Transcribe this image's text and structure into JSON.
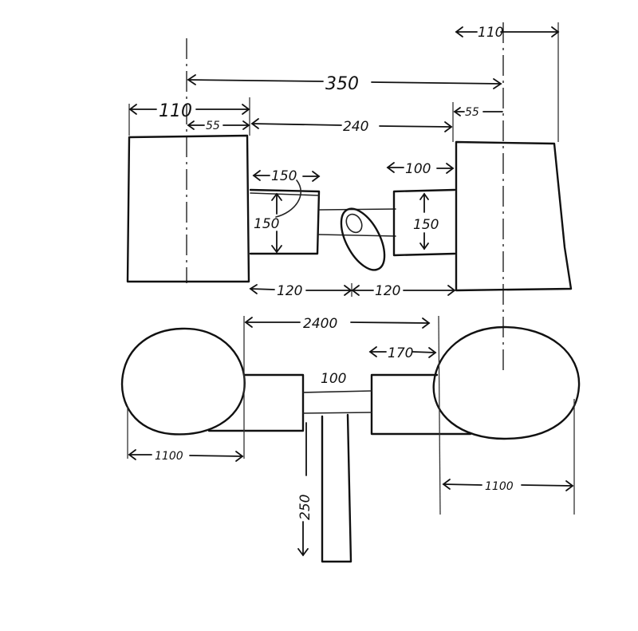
{
  "drawing": {
    "dimensions": {
      "wheel_width_top_right": "110",
      "track_overall": "350",
      "wheel_width_top_left": "110",
      "half_wheel_left": "55",
      "inner_span": "240",
      "half_wheel_right": "55",
      "motor_length_left": "150",
      "motor_length_right": "100",
      "motor_height_left": "150",
      "motor_height_right": "150",
      "gap_left": "120",
      "gap_right": "120",
      "span_front": "2400",
      "motor_front_right": "170",
      "shaft_front": "100",
      "wheel_dia_left": "1100",
      "wheel_dia_right": "1100",
      "post_length": "250"
    }
  }
}
